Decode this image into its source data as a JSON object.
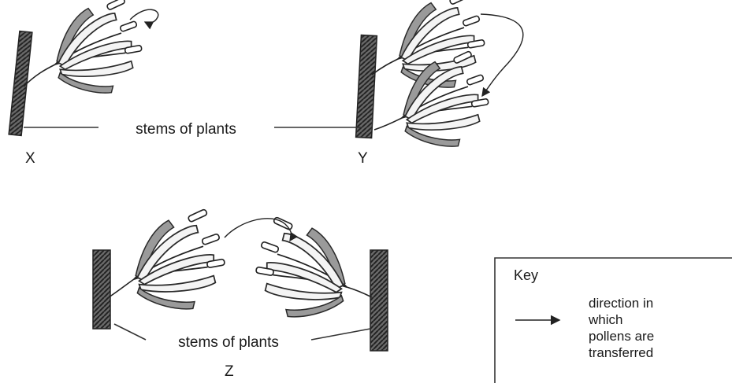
{
  "labels": {
    "x": "X",
    "y": "Y",
    "z": "Z",
    "stems_top": "stems of plants",
    "stems_bottom": "stems of plants"
  },
  "key": {
    "title": "Key",
    "line1": "direction in",
    "line2": "which",
    "line3": "pollens are",
    "line4": "transferred"
  },
  "colors": {
    "ink": "#222222",
    "stem_fill": "#5a5a5a",
    "background": "#ffffff"
  }
}
